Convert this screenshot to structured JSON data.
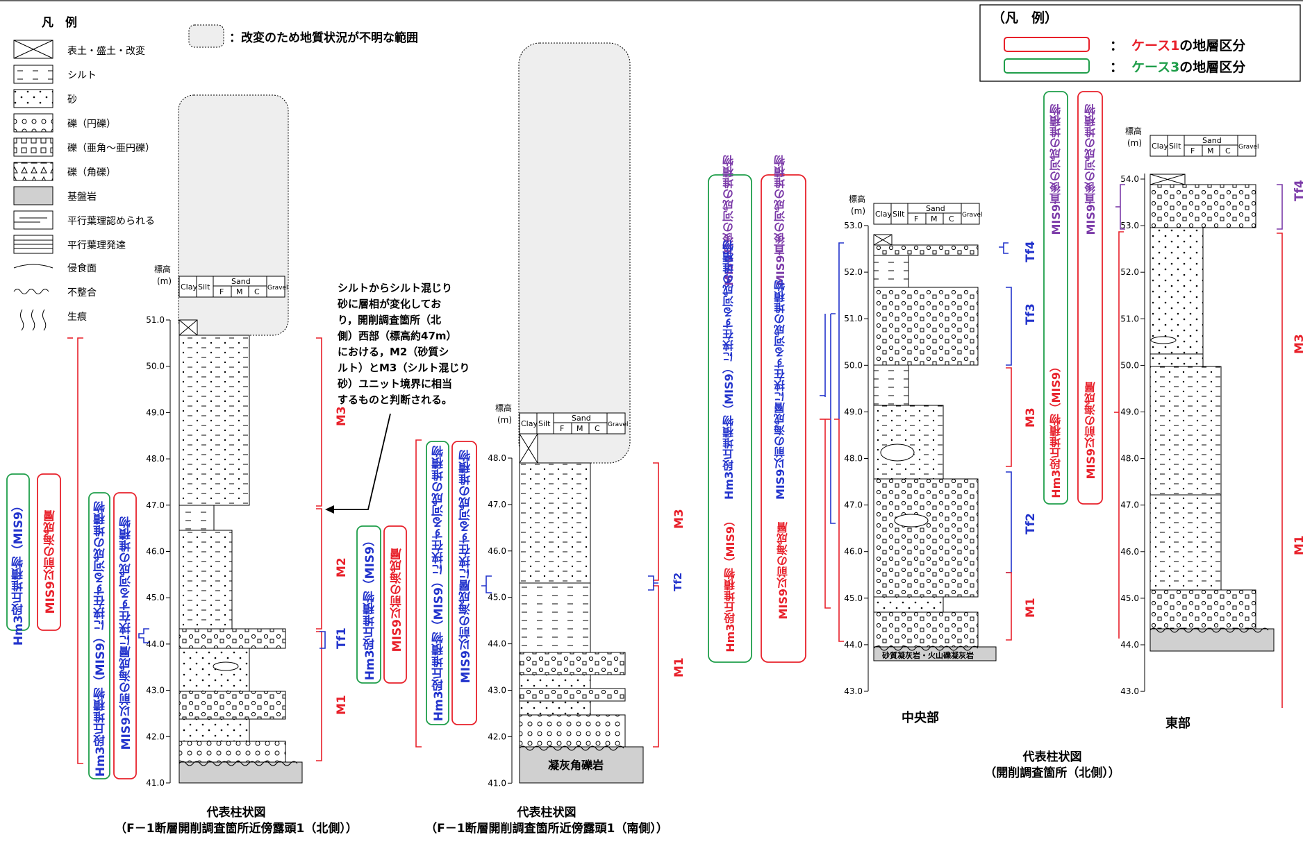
{
  "legend": {
    "title": "凡　例",
    "items": [
      {
        "key": "fill",
        "label": "表土・盛土・改変"
      },
      {
        "key": "silt",
        "label": "シルト"
      },
      {
        "key": "sand",
        "label": "砂"
      },
      {
        "key": "gravel_round",
        "label": "礫（円礫）"
      },
      {
        "key": "gravel_sub",
        "label": "礫（亜角～亜円礫）"
      },
      {
        "key": "gravel_ang",
        "label": "礫（角礫）"
      },
      {
        "key": "bedrock",
        "label": "基盤岩"
      },
      {
        "key": "lam",
        "label": "平行葉理認められる"
      },
      {
        "key": "lam_dev",
        "label": "平行葉理発達"
      },
      {
        "key": "erosion",
        "label": "侵食面"
      },
      {
        "key": "unconf",
        "label": "不整合"
      },
      {
        "key": "bio",
        "label": "生痕"
      }
    ],
    "unknown_range": "：改変のため地質状況が不明な範囲"
  },
  "case_legend": {
    "title": "（凡　例）",
    "case1_colon": "：",
    "case1_highlight": "ケース1",
    "case1_rest": "の地層区分",
    "case3_colon": "：",
    "case3_highlight": "ケース3",
    "case3_rest": "の地層区分",
    "colors": {
      "case1": "#e8202a",
      "case3": "#1f9e4a"
    }
  },
  "header": {
    "elev": "標高",
    "unit": "(m)",
    "clay": "Clay",
    "silt": "Silt",
    "sand": "Sand",
    "f": "F",
    "m": "M",
    "c": "C",
    "gravel": "Gravel"
  },
  "columns": {
    "col1": {
      "ticks": [
        "51.0",
        "50.0",
        "49.0",
        "48.0",
        "47.0",
        "46.0",
        "45.0",
        "44.0",
        "43.0",
        "42.0",
        "41.0"
      ],
      "caption_line1": "代表柱状図",
      "caption_line2": "（F－1断層開削調査箇所近傍露頭1（北側））"
    },
    "col2": {
      "ticks": [
        "48.0",
        "47.0",
        "46.0",
        "45.0",
        "44.0",
        "43.0",
        "42.0",
        "41.0"
      ],
      "bedrock": "凝灰角礫岩",
      "caption_line1": "代表柱状図",
      "caption_line2": "（F－1断層開削調査箇所近傍露頭1（南側））"
    },
    "col3": {
      "ticks": [
        "53.0",
        "52.0",
        "51.0",
        "50.0",
        "49.0",
        "48.0",
        "47.0",
        "46.0",
        "45.0",
        "44.0",
        "43.0"
      ],
      "bedrock": "砂質凝灰岩・火山礫凝灰岩",
      "label": "中央部"
    },
    "col4": {
      "ticks": [
        "54.0",
        "53.0",
        "52.0",
        "51.0",
        "50.0",
        "49.0",
        "48.0",
        "47.0",
        "46.0",
        "45.0",
        "44.0",
        "43.0"
      ],
      "label": "東部"
    },
    "right_caption_line1": "代表柱状図",
    "right_caption_line2": "（開削調査箇所（北側））"
  },
  "units": {
    "c1": {
      "m3": "M3",
      "m2": "M2",
      "tf1": "Tf1",
      "m1": "M1"
    },
    "c2": {
      "m3": "M3",
      "tf2": "Tf2",
      "m1": "M1"
    },
    "c3": {
      "tf4": "Tf4",
      "tf3": "Tf3",
      "m3": "M3",
      "tf2": "Tf2",
      "m1": "M1"
    },
    "c4": {
      "m3": "M3",
      "m1": "M1",
      "tf": "Tf4"
    }
  },
  "annotation": {
    "lines": [
      "シルトからシルト混じり",
      "砂に層相が変化してお",
      "り，開削調査箇所（北",
      "側）西部（標高約47m）",
      "における，M2（砂質シ",
      "ルト）とM3（シルト混じり",
      "砂）ユニット境界に相当",
      "するものと判断される。"
    ]
  },
  "boxes": {
    "hm3_mis9": "Hm3段丘堆積物（MIS9）",
    "mis9_marine": "MIS9以前の海成層",
    "hm3_fluvial": "Hm3段丘堆積物（MIS9）に挟在する河成の堆積物",
    "mis9_fluvial": "MIS9以前の海成層に挟在する河成の堆積物",
    "hm3_mis9_b": "Hm3段丘堆積物（MIS9）",
    "mis9_marine_b": "MIS9以前の海成層",
    "hm3_fluvial_b": "Hm3段丘堆積物（MIS9）に挟在する河成の堆積物",
    "mis9_fluvial_b": "MIS9以前の海成層に挟在する河成の堆積物",
    "c3g_top": "MIS9直後の河成の堆積物",
    "c3g_mid": "Hm3段丘堆積物（MIS9）に挟在する河成の堆積物",
    "c3g_bot": "Hm3段丘堆積物（MIS9）",
    "c3r_top": "MIS9直後の河成の堆積物",
    "c3r_mid": "MIS9以前の海成層に挟在する河成の堆積物",
    "c3r_bot": "MIS9以前の海成層",
    "c4g_top": "MIS9直後の河成の堆積物",
    "c4g_bot": "Hm3段丘堆積物（MIS9）",
    "c4r_top": "MIS9直後の河成の堆積物",
    "c4r_bot": "MIS9以前の海成層"
  }
}
